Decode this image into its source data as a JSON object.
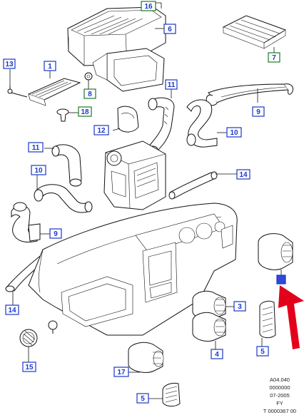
{
  "callouts": [
    {
      "label": "16",
      "variant": "green"
    },
    {
      "label": "6",
      "variant": "blue"
    },
    {
      "label": "7",
      "variant": "green"
    },
    {
      "label": "13",
      "variant": "blue"
    },
    {
      "label": "1",
      "variant": "blue"
    },
    {
      "label": "8",
      "variant": "green"
    },
    {
      "label": "11",
      "variant": "blue"
    },
    {
      "label": "9",
      "variant": "blue"
    },
    {
      "label": "18",
      "variant": "green"
    },
    {
      "label": "12",
      "variant": "blue"
    },
    {
      "label": "10",
      "variant": "blue"
    },
    {
      "label": "11",
      "variant": "blue"
    },
    {
      "label": "10",
      "variant": "blue"
    },
    {
      "label": "14",
      "variant": "blue"
    },
    {
      "label": "9",
      "variant": "blue"
    },
    {
      "label": "14",
      "variant": "blue"
    },
    {
      "label": "3",
      "variant": "blue"
    },
    {
      "label": "4",
      "variant": "blue"
    },
    {
      "label": "5",
      "variant": "blue"
    },
    {
      "label": "15",
      "variant": "blue"
    },
    {
      "label": "17",
      "variant": "blue"
    },
    {
      "label": "5",
      "variant": "blue"
    },
    {
      "label": "",
      "variant": "solid"
    }
  ],
  "ref_code": [
    "A04.040",
    "0000000",
    "07-2005",
    "FY",
    "T 0000367 00"
  ],
  "colors": {
    "blue": "#1a37c8",
    "green": "#1d7a2a",
    "solid_fill": "#3348d6",
    "arrow": "#e3001b",
    "line": "#111111"
  }
}
